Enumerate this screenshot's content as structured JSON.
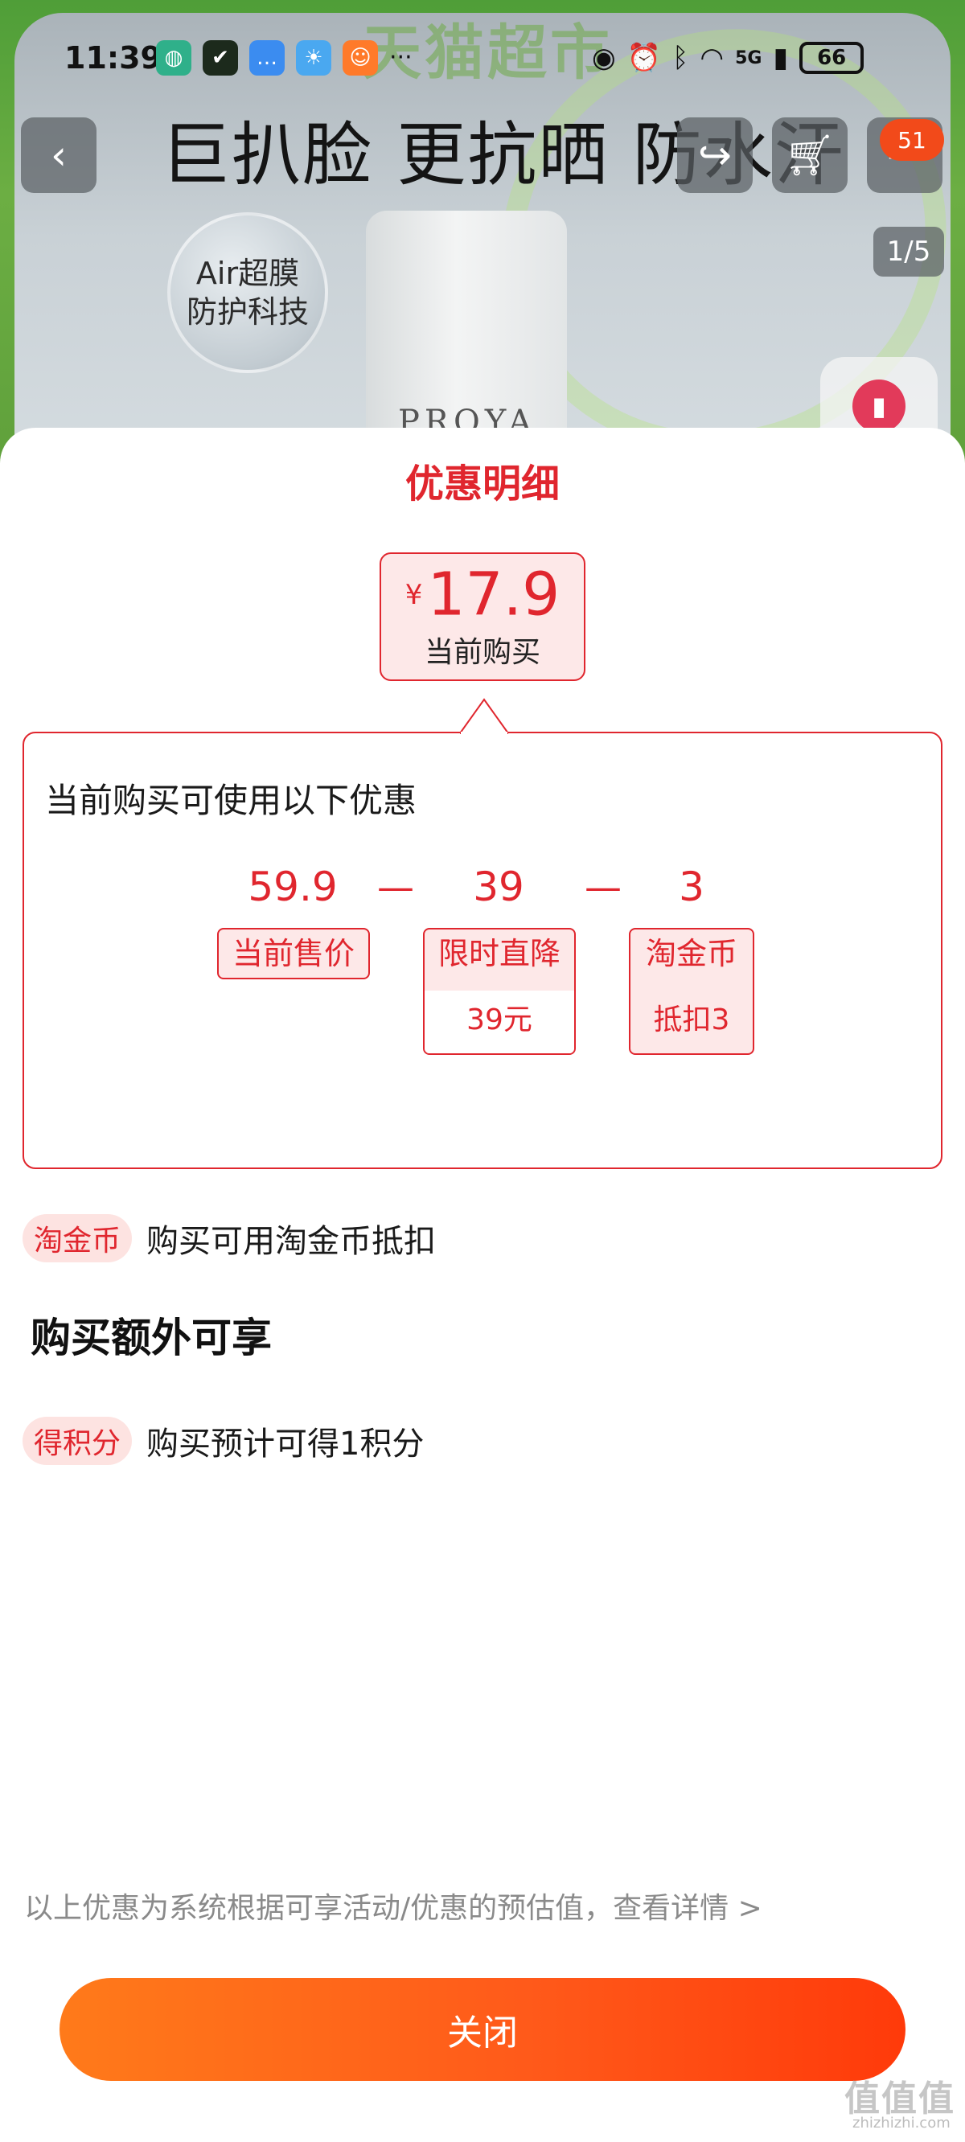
{
  "status_bar": {
    "time": "11:39",
    "more": "···",
    "network": "5G",
    "battery": "66"
  },
  "product_bg": {
    "brand_text": "天猫超市",
    "headline": "巨扒脸 更抗晒 防水汗",
    "badge_line1": "Air超膜",
    "badge_line2": "防护科技",
    "bottle_label": "PROYA"
  },
  "nav": {
    "cart_count": "51",
    "page_indicator": "1/5"
  },
  "sheet": {
    "title": "优惠明细",
    "price": {
      "currency": "¥",
      "value": "17.9",
      "label": "当前购买"
    },
    "detail": {
      "heading": "当前购买可使用以下优惠",
      "items": [
        {
          "value": "59.9",
          "tag": "当前售价",
          "sub": ""
        },
        {
          "value": "39",
          "tag": "限时直降",
          "sub": "39元"
        },
        {
          "value": "3",
          "tag": "淘金币",
          "sub": "抵扣3"
        }
      ],
      "op": "—"
    },
    "perk_taojinbi": {
      "pill": "淘金币",
      "text": "购买可用淘金币抵扣"
    },
    "extra_title": "购买额外可享",
    "perk_points": {
      "pill": "得积分",
      "text": "购买预计可得1积分"
    },
    "disclaimer": "以上优惠为系统根据可享活动/优惠的预估值，查看详情 >",
    "close_label": "关闭"
  },
  "watermark": {
    "text": "值值值",
    "sub": "zhizhizhi.com"
  },
  "colors": {
    "accent_red": "#e0262e",
    "tag_bg": "#fde8e8",
    "button_orange": "#ff5a1a"
  }
}
